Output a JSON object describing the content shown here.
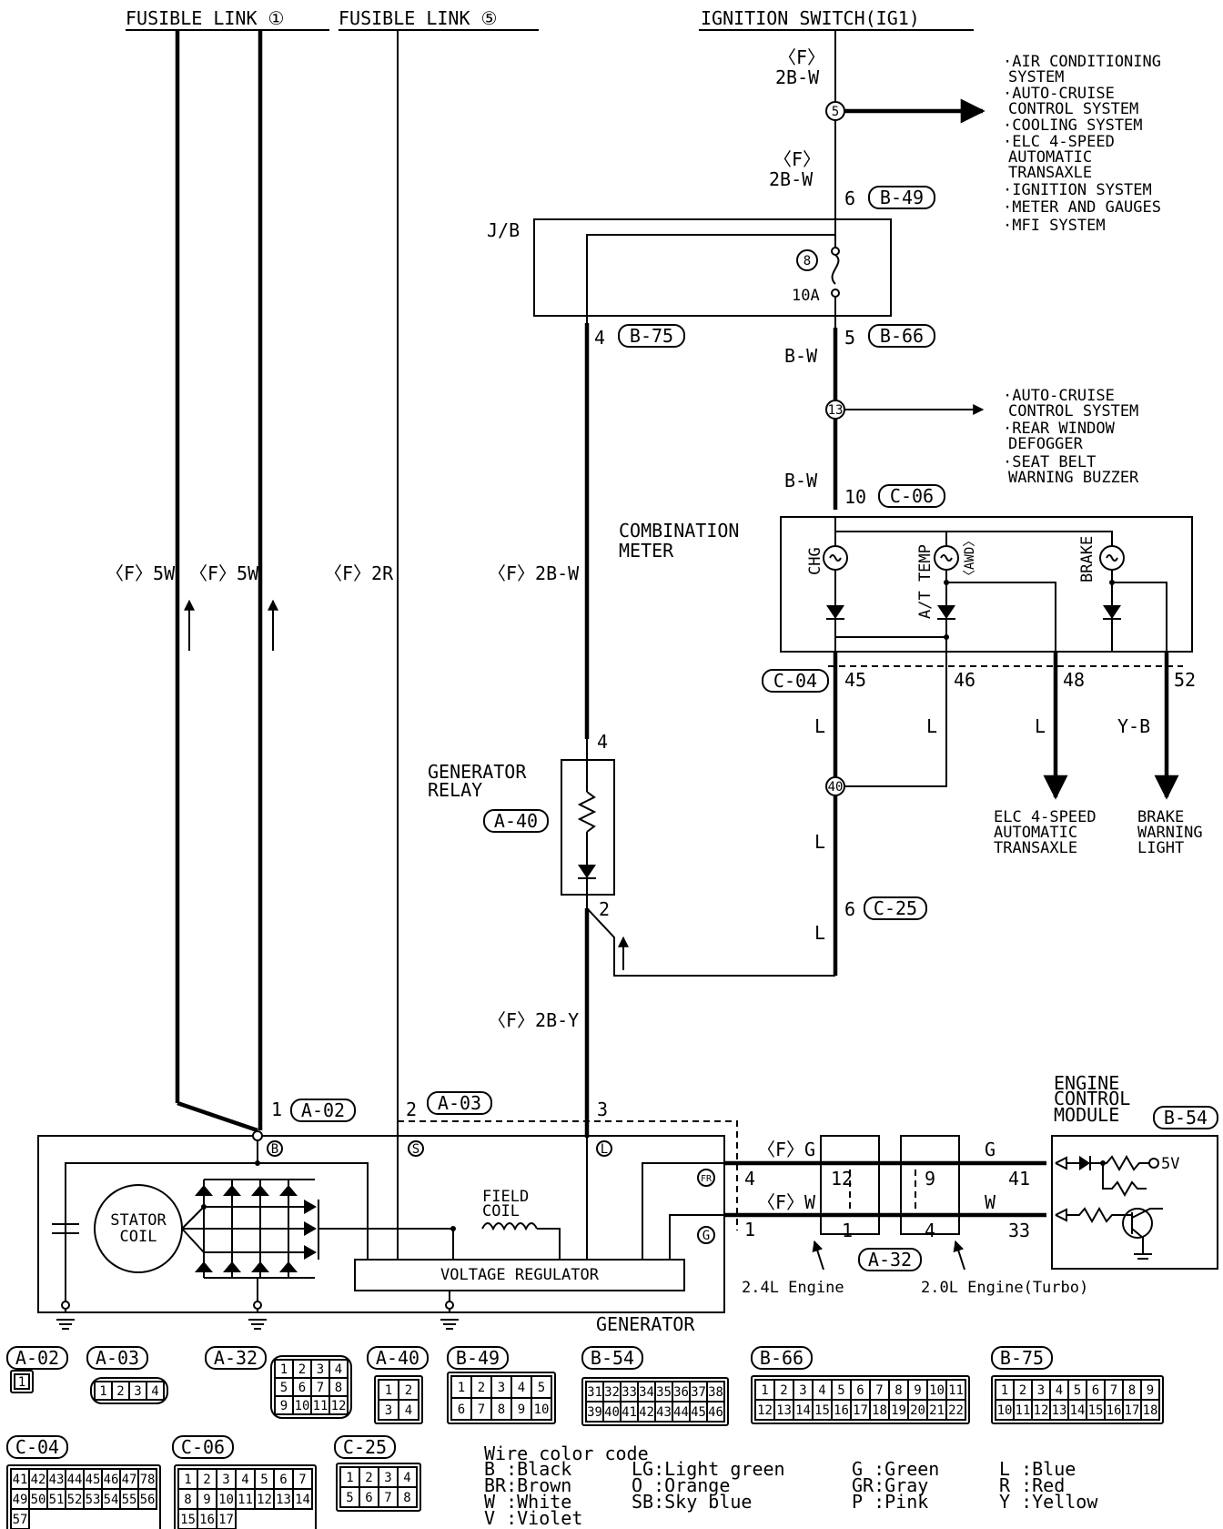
{
  "top_labels": {
    "fusible_link_1": "FUSIBLE LINK ①",
    "fusible_link_5": "FUSIBLE LINK ⑤",
    "ignition_switch": "IGNITION SWITCH(IG1)"
  },
  "wires": {
    "ig_wire_a": [
      "〈F〉",
      "2B-W"
    ],
    "ig_wire_b": [
      "〈F〉",
      "2B-W"
    ],
    "fl1_a": "〈F〉5W",
    "fl1_b": "〈F〉5W",
    "fl5": "〈F〉2R",
    "jb_to_relay": "〈F〉2B-W",
    "relay_to_gen": "〈F〉2B-Y",
    "bw_1": "B-W",
    "bw_2": "B-W",
    "l_45": "L",
    "l_46": "L",
    "l_48": "L",
    "yb_52": "Y-B",
    "l_mid": "L",
    "l_low": "L",
    "fr_wire": "〈F〉G",
    "g_wire": "〈F〉W",
    "ecm_g": "G",
    "ecm_w": "W"
  },
  "splices": {
    "s5": "5",
    "s13": "13",
    "s40": "40",
    "jb_fuse": "8"
  },
  "connectors": {
    "b49": "B-49",
    "b75": "B-75",
    "b66": "B-66",
    "c06": "C-06",
    "c04": "C-04",
    "c25": "C-25",
    "a40": "A-40",
    "a02": "A-02",
    "a03": "A-03",
    "a32": "A-32",
    "b54": "B-54"
  },
  "pins": {
    "b49_pin": "6",
    "b75_pin": "4",
    "b66_pin": "5",
    "c06_pin": "10",
    "c04_45": "45",
    "c04_46": "46",
    "c04_48": "48",
    "c04_52": "52",
    "relay_4": "4",
    "relay_2": "2",
    "c25_pin": "6",
    "a02_pin": "1",
    "a03_pin_2": "2",
    "a03_pin_3": "3",
    "gen_fr": "4",
    "gen_g": "1",
    "a32_12": "12",
    "a32_1": "1",
    "a32_9": "9",
    "a32_4": "4",
    "ecm_41": "41",
    "ecm_33": "33"
  },
  "branch_ig": [
    "·AIR CONDITIONING",
    "SYSTEM",
    "·AUTO-CRUISE",
    "CONTROL SYSTEM",
    "·COOLING SYSTEM",
    "·ELC 4-SPEED",
    "AUTOMATIC",
    "TRANSAXLE",
    "·IGNITION SYSTEM",
    "·METER AND GAUGES",
    "·MFI SYSTEM"
  ],
  "branch_13": [
    "·AUTO-CRUISE",
    "CONTROL SYSTEM",
    "·REAR WINDOW",
    "DEFOGGER",
    "·SEAT BELT",
    "WARNING BUZZER"
  ],
  "components": {
    "jb": "J/B",
    "fuse_rating": "10A",
    "combination_meter": [
      "COMBINATION",
      "METER"
    ],
    "chg": "CHG",
    "at_temp": "A/T TEMP",
    "awd": "〈AWD〉",
    "brake": "BRAKE",
    "elc_out": [
      "ELC 4-SPEED",
      "AUTOMATIC",
      "TRANSAXLE"
    ],
    "brake_out": [
      "BRAKE",
      "WARNING",
      "LIGHT"
    ],
    "generator_relay": [
      "GENERATOR",
      "RELAY"
    ],
    "stator_coil": [
      "STATOR",
      "COIL"
    ],
    "field_coil": [
      "FIELD",
      "COIL"
    ],
    "voltage_regulator": "VOLTAGE REGULATOR",
    "generator": "GENERATOR",
    "ecm": [
      "ENGINE",
      "CONTROL",
      "MODULE"
    ],
    "gen_terminals": {
      "b": "B",
      "s": "S",
      "l": "L",
      "fr": "FR",
      "g": "G"
    },
    "engine_24": "2.4L Engine",
    "engine_20": "2.0L Engine(Turbo)",
    "five_v": "5V"
  },
  "connector_views": [
    {
      "id": "A-02",
      "pins": [
        "1"
      ]
    },
    {
      "id": "A-03",
      "pins": [
        "1",
        "2",
        "3",
        "4"
      ]
    },
    {
      "id": "A-32",
      "pins": [
        "1",
        "2",
        "3",
        "4",
        "5",
        "6",
        "7",
        "8",
        "9",
        "10",
        "11",
        "12"
      ]
    },
    {
      "id": "A-40",
      "pins": [
        "1",
        "2",
        "3",
        "4"
      ]
    },
    {
      "id": "B-49",
      "pins": [
        "1",
        "2",
        "3",
        "4",
        "5",
        "6",
        "7",
        "8",
        "9",
        "10"
      ]
    },
    {
      "id": "B-54",
      "pins": [
        "31",
        "32",
        "33",
        "34",
        "35",
        "36",
        "37",
        "38",
        "39",
        "40",
        "41",
        "42",
        "43",
        "44",
        "45",
        "46"
      ]
    },
    {
      "id": "B-66",
      "pins": [
        "1",
        "2",
        "3",
        "4",
        "5",
        "6",
        "7",
        "8",
        "9",
        "10",
        "11",
        "12",
        "13",
        "14",
        "15",
        "16",
        "17",
        "18",
        "19",
        "20",
        "21",
        "22"
      ]
    },
    {
      "id": "B-75",
      "pins": [
        "1",
        "2",
        "3",
        "4",
        "5",
        "6",
        "7",
        "8",
        "9",
        "10",
        "11",
        "12",
        "13",
        "14",
        "15",
        "16",
        "17",
        "18"
      ]
    },
    {
      "id": "C-04",
      "pins": [
        "41",
        "42",
        "43",
        "44",
        "45",
        "46",
        "47",
        "78",
        "49",
        "50",
        "51",
        "52",
        "53",
        "54",
        "55",
        "56",
        "57"
      ]
    },
    {
      "id": "C-06",
      "pins": [
        "1",
        "2",
        "3",
        "4",
        "5",
        "6",
        "7",
        "8",
        "9",
        "10",
        "11",
        "12",
        "13",
        "14",
        "15",
        "16",
        "17"
      ]
    },
    {
      "id": "C-25",
      "pins": [
        "1",
        "2",
        "3",
        "4",
        "5",
        "6",
        "7",
        "8"
      ]
    }
  ],
  "legend": {
    "title": "Wire color code",
    "items": [
      "B :Black",
      "BR:Brown",
      "W :White",
      "V :Violet",
      "LG:Light green",
      "O :Orange",
      "SB:Sky blue",
      "G :Green",
      "GR:Gray",
      "P :Pink",
      "L :Blue",
      "R :Red",
      "Y :Yellow"
    ]
  }
}
